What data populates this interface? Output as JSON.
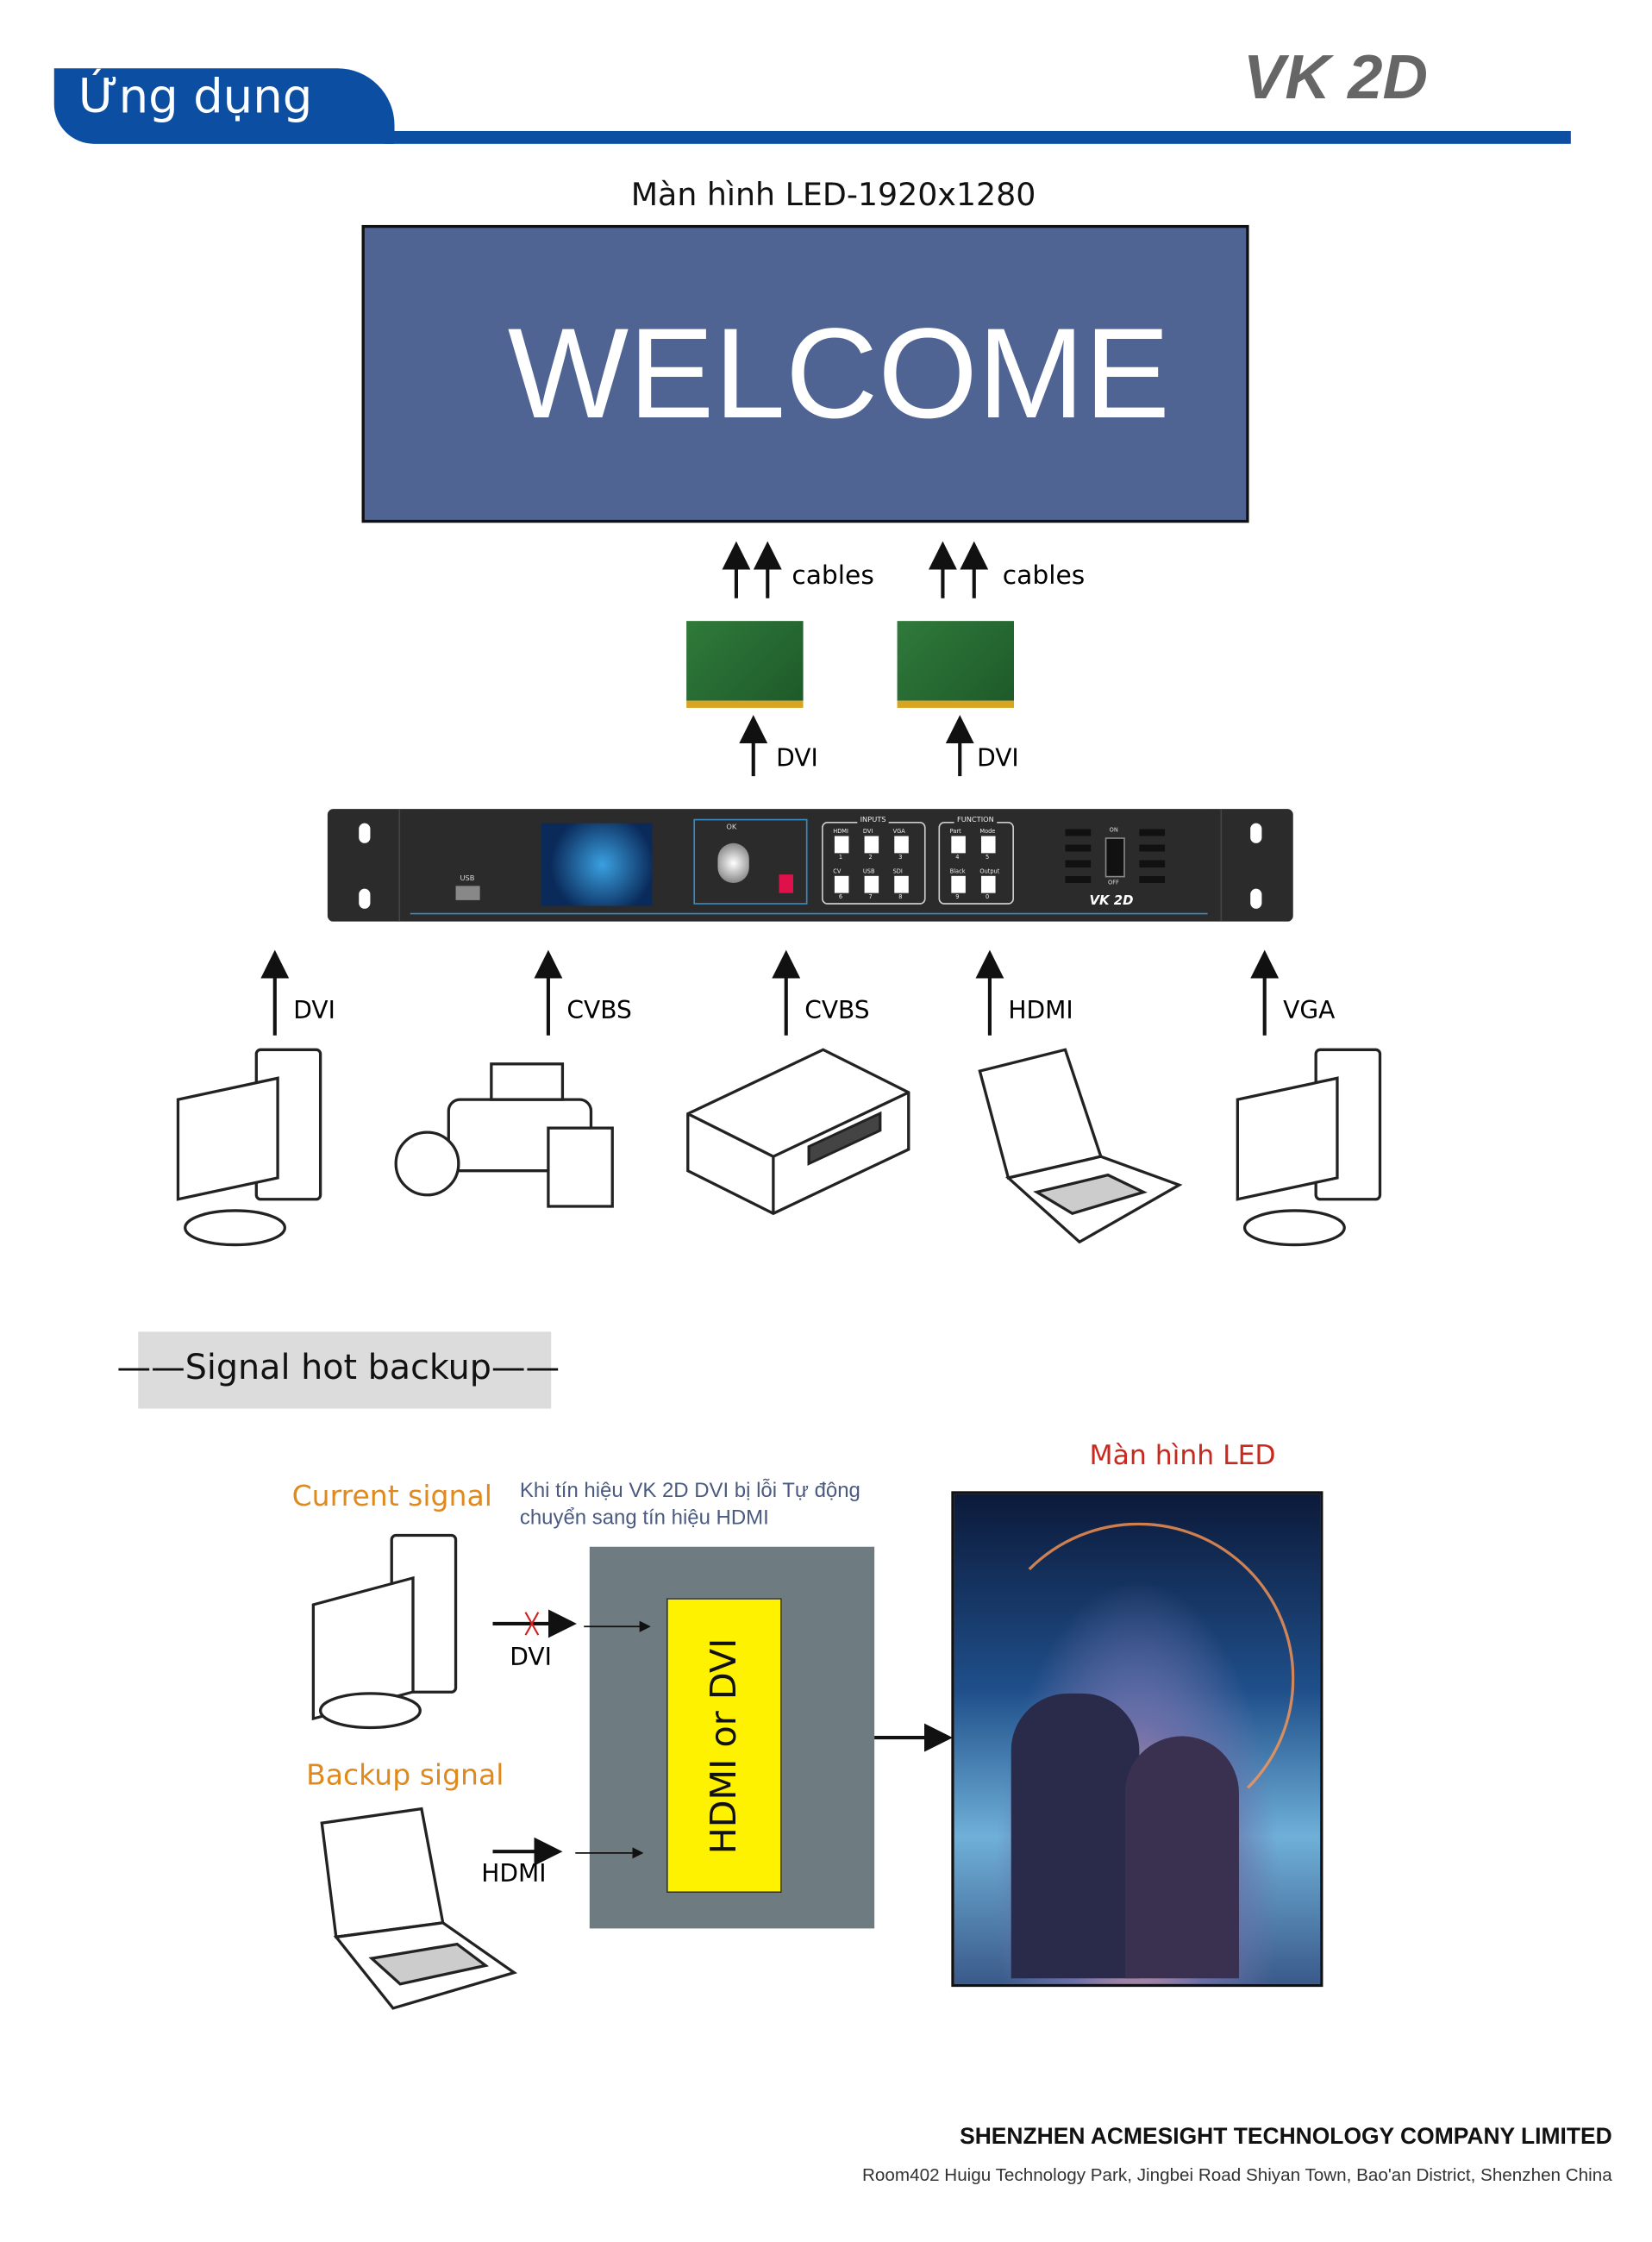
{
  "header": {
    "section_title": "Ứng dụng",
    "product": "VK 2D",
    "accent": "#0b4ea2"
  },
  "top_diagram": {
    "screen_title": "Màn hình LED-1920x1280",
    "screen_text": "WELCOME",
    "screen_color": "#506494",
    "cables_label_1": "cables",
    "cables_label_2": "cables",
    "dvi_label_1": "DVI",
    "dvi_label_2": "DVI",
    "device": {
      "usb": "USB",
      "knob_label": "OK",
      "inputs_title": "INPUTS",
      "function_title": "FUNCTION",
      "input_buttons": [
        {
          "label": "HDMI",
          "num": "1"
        },
        {
          "label": "DVI",
          "num": "2"
        },
        {
          "label": "VGA",
          "num": "3"
        },
        {
          "label": "CV",
          "num": "6"
        },
        {
          "label": "USB",
          "num": "7"
        },
        {
          "label": "SDI",
          "num": "8"
        }
      ],
      "function_buttons": [
        {
          "label": "Part",
          "num": "4"
        },
        {
          "label": "Mode",
          "num": "5"
        },
        {
          "label": "Black",
          "num": "9"
        },
        {
          "label": "Output",
          "num": "0"
        }
      ],
      "switch_on": "ON",
      "switch_off": "OFF",
      "model": "VK 2D"
    },
    "sources": [
      {
        "label": "DVI",
        "device": "desktop-pc"
      },
      {
        "label": "CVBS",
        "device": "video-camera"
      },
      {
        "label": "CVBS",
        "device": "dvd-player"
      },
      {
        "label": "HDMI",
        "device": "laptop"
      },
      {
        "label": "VGA",
        "device": "desktop-pc"
      }
    ]
  },
  "backup": {
    "section_title": "——Signal hot backup——",
    "led_title": "Màn hình LED",
    "current_signal": "Current signal",
    "backup_signal": "Backup signal",
    "note_line1": "Khi tín hiệu VK 2D DVI bị lỗi Tự động",
    "note_line2": "chuyển sang tín hiệu HDMI",
    "dvi_label": "DVI",
    "hdmi_label": "HDMI",
    "box_text": "HDMI or DVI"
  },
  "footer": {
    "company": "SHENZHEN ACMESIGHT TECHNOLOGY COMPANY LIMITED",
    "address": "Room402 Huigu Technology Park, Jingbei Road Shiyan Town, Bao'an District, Shenzhen China"
  }
}
